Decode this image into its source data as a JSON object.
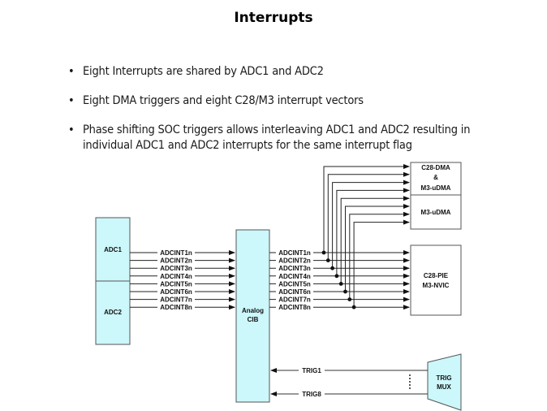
{
  "title": "Interrupts",
  "bullets": [
    "Eight Interrupts are shared by ADC1 and ADC2",
    "Eight DMA triggers and eight C28/M3  interrupt vectors",
    "Phase shifting SOC triggers allows interleaving ADC1 and ADC2 resulting in individual ADC1 and ADC2 interrupts for the same interrupt flag"
  ],
  "bullet_glyph": "•",
  "diagram": {
    "adc1_label": "ADC1",
    "adc2_label": "ADC2",
    "cib_label_1": "Analog",
    "cib_label_2": "CIB",
    "dma_label_1": "C28-DMA",
    "dma_label_2": "&",
    "dma_label_3": "M3-uDMA",
    "udma_label": "M3-uDMA",
    "pie_label_1": "C28-PIE",
    "pie_label_2": "M3-NVIC",
    "mux_label_1": "TRIG",
    "mux_label_2": "MUX",
    "signals": [
      "ADCINT1n",
      "ADCINT2n",
      "ADCINT3n",
      "ADCINT4n",
      "ADCINT5n",
      "ADCINT6n",
      "ADCINT7n",
      "ADCINT8n"
    ],
    "trig_first": "TRIG1",
    "trig_last": "TRIG8",
    "colors": {
      "box_fill": "#ccf7fb",
      "stroke": "#555555",
      "line": "#222222"
    }
  }
}
